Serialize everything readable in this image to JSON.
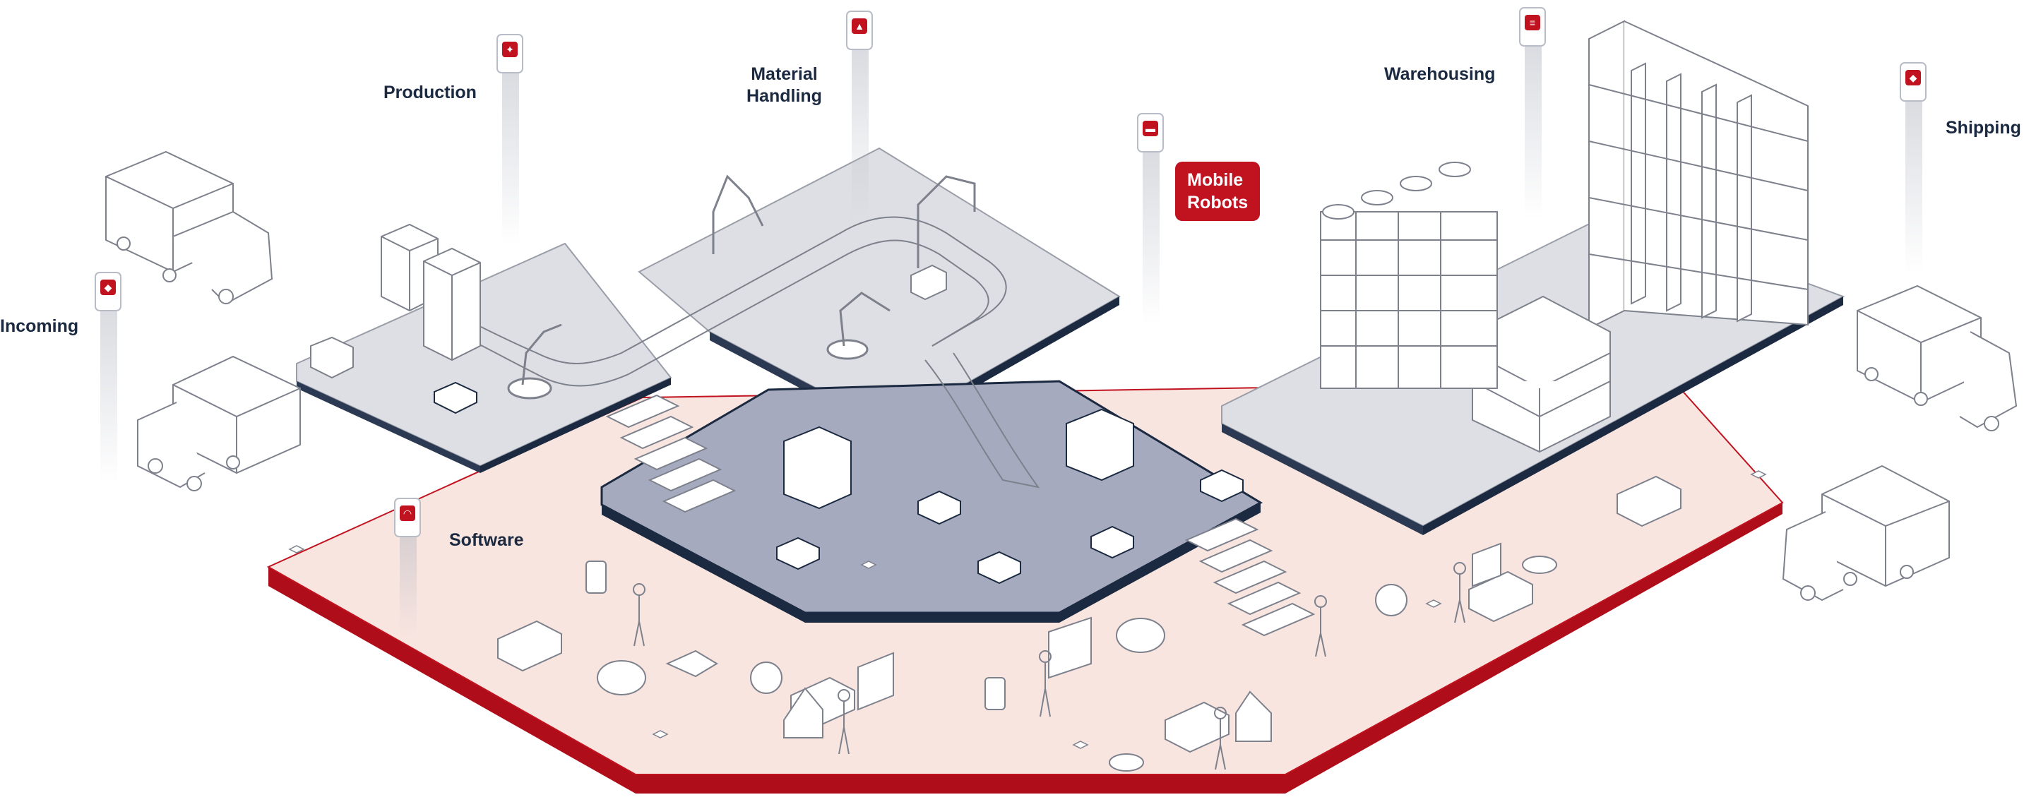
{
  "sections": {
    "incoming": "Incoming",
    "production": "Production",
    "material_handling": "Material\nHandling",
    "mobile_robots": "Mobile\nRobots",
    "warehousing": "Warehousing",
    "shipping": "Shipping",
    "software": "Software"
  },
  "icons": {
    "incoming": "shield-icon",
    "production": "robot-arm-icon",
    "material_handling": "person-box-icon",
    "mobile_robots": "agv-icon",
    "warehousing": "rack-icon",
    "shipping": "shield-icon",
    "software": "wifi-icon"
  },
  "colors": {
    "accent": "#c1121f",
    "software_floor": "#f9e5e0",
    "mobile_floor": "#a6aabe",
    "zone_floor": "#dddfe4",
    "dark_edge": "#1b2a41",
    "label_text": "#1b2a41",
    "line_art": "#7d818c"
  }
}
